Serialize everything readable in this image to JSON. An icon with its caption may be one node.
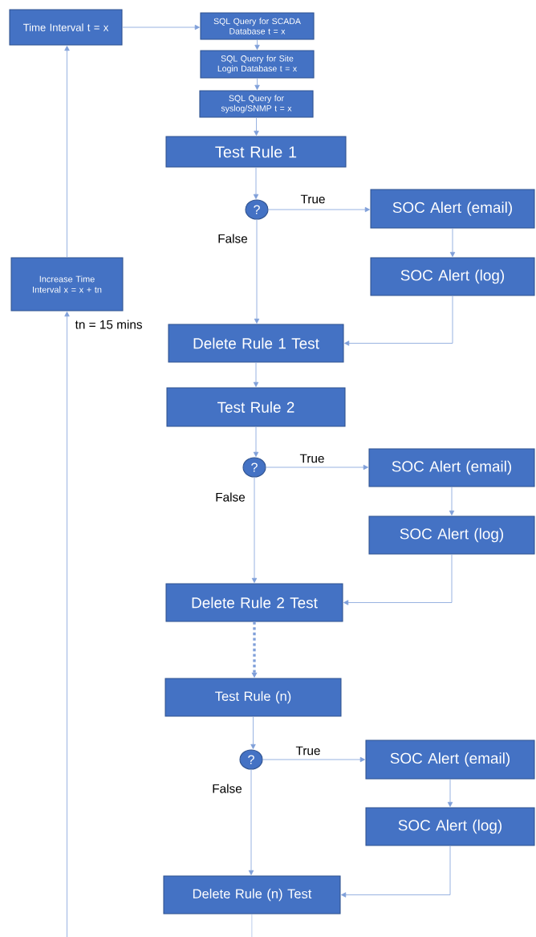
{
  "diagram": {
    "nodes": [
      {
        "text": [
          "Time Interval t = x"
        ]
      },
      {
        "text": [
          "SQL Query for SCADA Database t = x"
        ]
      },
      {
        "text": [
          "SQL Query for Site Login Database t = x"
        ]
      },
      {
        "text": [
          "SQL Query for syslog/SNMP t = x"
        ]
      },
      {
        "text": [
          "Test Rule 1"
        ]
      },
      {
        "text": [
          "?"
        ]
      },
      {
        "text": [
          "SOC Alert (email)"
        ]
      },
      {
        "text": [
          "SOC Alert (log)"
        ]
      },
      {
        "text": [
          "Delete Rule 1 Test"
        ]
      },
      {
        "text": [
          "Increase Time Interval x = x + tn"
        ]
      },
      {
        "text": [
          "Test Rule 2"
        ]
      },
      {
        "text": [
          "?"
        ]
      },
      {
        "text": [
          "SOC Alert (email)"
        ]
      },
      {
        "text": [
          "SOC Alert (log)"
        ]
      },
      {
        "text": [
          "Delete Rule 2 Test"
        ]
      },
      {
        "text": [
          "Test Rule (n)"
        ]
      },
      {
        "text": [
          "?"
        ]
      },
      {
        "text": [
          "SOC Alert (email)"
        ]
      },
      {
        "text": [
          "SOC Alert (log)"
        ]
      },
      {
        "text": [
          "Delete Rule (n) Test"
        ]
      }
    ],
    "edges": [
      {
        "from": 0,
        "to": 1,
        "arrow": "to"
      },
      {
        "from": 1,
        "to": 2,
        "arrow": "to"
      },
      {
        "from": 2,
        "to": 3,
        "arrow": "to"
      },
      {
        "from": 3,
        "to": 4,
        "arrow": "to"
      },
      {
        "from": 4,
        "to": 5,
        "arrow": "to"
      },
      {
        "from": 5,
        "to": 6,
        "arrow": "to",
        "label": "True"
      },
      {
        "from": 5,
        "to": 8,
        "arrow": "to",
        "label": "False"
      },
      {
        "from": 6,
        "to": 7,
        "arrow": "to"
      },
      {
        "from": 7,
        "to": 8,
        "arrow": "to"
      },
      {
        "from": 9,
        "to": 0,
        "arrow": "to"
      },
      {
        "from": null,
        "to": 9,
        "arrow": "to",
        "label": "tn = 15 mins"
      },
      {
        "from": 8,
        "to": 10,
        "arrow": "to"
      },
      {
        "from": 10,
        "to": 11,
        "arrow": "to"
      },
      {
        "from": 11,
        "to": 12,
        "arrow": "to",
        "label": "True"
      },
      {
        "from": 11,
        "to": 14,
        "arrow": "to",
        "label": "False"
      },
      {
        "from": 12,
        "to": 13,
        "arrow": "to"
      },
      {
        "from": 13,
        "to": 14,
        "arrow": "to"
      },
      {
        "from": 14,
        "to": 15,
        "arrow": "to",
        "style": "dashed"
      },
      {
        "from": 15,
        "to": 16,
        "arrow": "to"
      },
      {
        "from": 16,
        "to": 17,
        "arrow": "to",
        "label": "True"
      },
      {
        "from": 16,
        "to": 19,
        "arrow": "to",
        "label": "False"
      },
      {
        "from": 17,
        "to": 18,
        "arrow": "to"
      },
      {
        "from": 18,
        "to": 19,
        "arrow": "to"
      },
      {
        "from": 19,
        "to": null,
        "arrow": "none"
      }
    ]
  }
}
